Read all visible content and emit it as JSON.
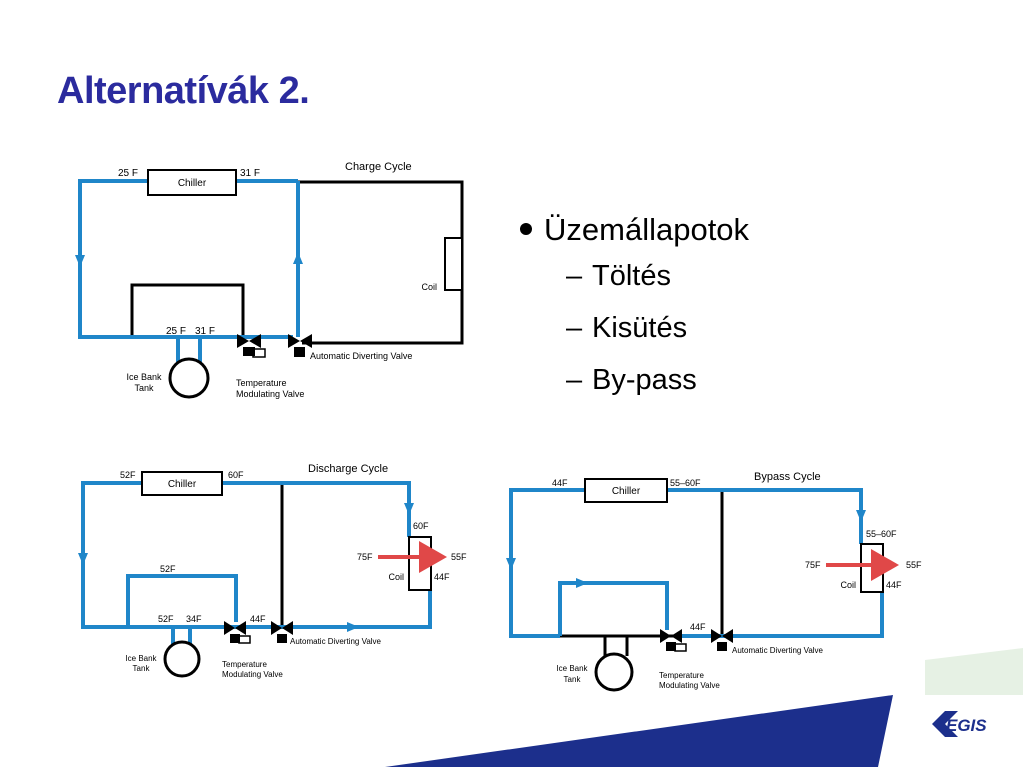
{
  "slide": {
    "title": "Alternatívák 2."
  },
  "bullets": {
    "main": "Üzemállapotok",
    "sub": [
      "Töltés",
      "Kisütés",
      "By-pass"
    ],
    "dash": "–"
  },
  "diagrams": {
    "charge": {
      "title": "Charge Cycle",
      "chiller": "Chiller",
      "chiller_in": "25 F",
      "chiller_out": "31 F",
      "tank_in": "25 F",
      "tank_out": "31 F",
      "coil": "Coil",
      "tank_label_1": "Ice Bank",
      "tank_label_2": "Tank",
      "temp_valve_1": "Temperature",
      "temp_valve_2": "Modulating Valve",
      "diverting_valve": "Automatic Diverting Valve"
    },
    "discharge": {
      "title": "Discharge Cycle",
      "chiller": "Chiller",
      "chiller_in": "52F",
      "chiller_out": "60F",
      "loop_temp": "52F",
      "tank_in": "52F",
      "tank_out": "34F",
      "mix_temp": "44F",
      "coil_top": "60F",
      "air_in": "75F",
      "air_out": "55F",
      "coil": "Coil",
      "coil_bottom": "44F",
      "tank_label_1": "Ice Bank",
      "tank_label_2": "Tank",
      "temp_valve_1": "Temperature",
      "temp_valve_2": "Modulating Valve",
      "diverting_valve": "Automatic Diverting Valve"
    },
    "bypass": {
      "title": "Bypass Cycle",
      "chiller": "Chiller",
      "chiller_in": "44F",
      "chiller_out": "55–60F",
      "coil_top": "55–60F",
      "air_in": "75F",
      "air_out": "55F",
      "coil": "Coil",
      "coil_bottom": "44F",
      "mix_temp": "44F",
      "tank_label_1": "Ice Bank",
      "tank_label_2": "Tank",
      "temp_valve_1": "Temperature",
      "temp_valve_2": "Modulating Valve",
      "diverting_valve": "Automatic Diverting Valve"
    }
  },
  "logo": {
    "text": "EGIS"
  },
  "colors": {
    "title": "#2b2b9e",
    "pipe_blue": "#1f86c9",
    "air_red": "#e04848",
    "brand_navy": "#1c2f8c"
  }
}
